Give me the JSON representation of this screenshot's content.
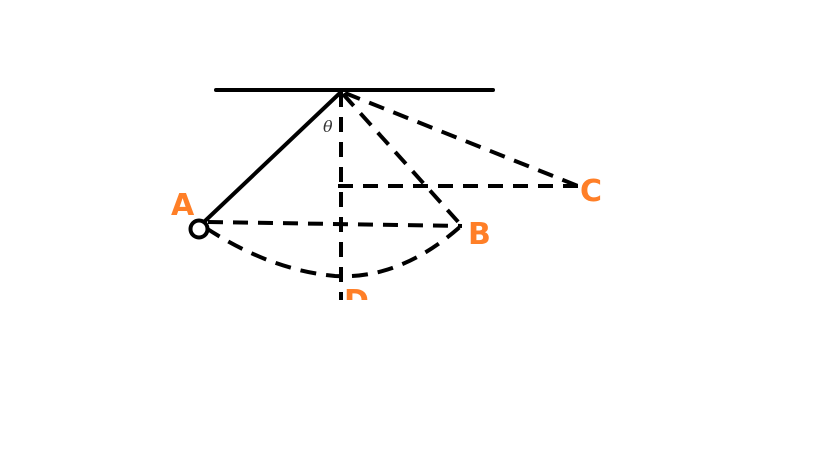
{
  "labels": {
    "point_a": "A",
    "point_b": "B",
    "point_c": "C",
    "point_d": "D",
    "angle": "θ"
  },
  "colors": {
    "stroke": "#000000",
    "label": "#ff7f27",
    "angle_label": "#333333",
    "background": "#ffffff"
  }
}
